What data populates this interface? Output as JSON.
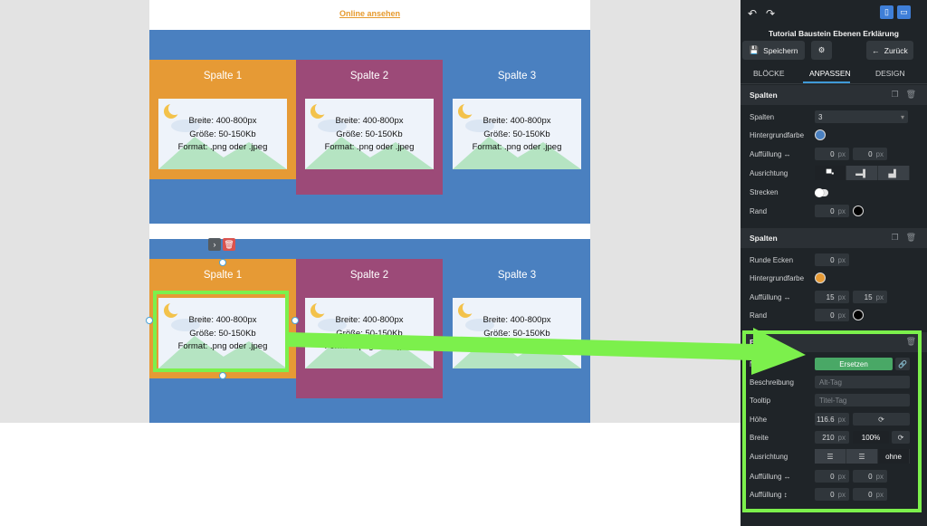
{
  "canvas": {
    "online_link": "Online ansehen",
    "blocks": [
      {
        "columns": [
          {
            "title": "Spalte 1",
            "color": "#e69a35",
            "lines": [
              "Breite: 400-800px",
              "Größe: 50-150Kb",
              "Format: .png oder .jpeg"
            ]
          },
          {
            "title": "Spalte 2",
            "color": "#9c4a78",
            "lines": [
              "Breite: 400-800px",
              "Größe: 50-150Kb",
              "Format: .png oder .jpeg"
            ]
          },
          {
            "title": "Spalte 3",
            "color": "#4a80c0",
            "lines": [
              "Breite: 400-800px",
              "Größe: 50-150Kb",
              "Format: .png oder .jpeg"
            ]
          }
        ]
      },
      {
        "columns": [
          {
            "title": "Spalte 1",
            "color": "#e69a35",
            "lines": [
              "Breite: 400-800px",
              "Größe: 50-150Kb",
              "Format: .png oder .jpeg"
            ]
          },
          {
            "title": "Spalte 2",
            "color": "#9c4a78",
            "lines": [
              "Breite: 400-800px",
              "Größe: 50-150Kb",
              "Format: .png oder .jpeg"
            ]
          },
          {
            "title": "Spalte 3",
            "color": "#4a80c0",
            "lines": [
              "Breite: 400-800px",
              "Größe: 50-150Kb",
              ""
            ]
          }
        ]
      }
    ],
    "toolbar_icons": [
      "chevron-right-icon",
      "trash-icon"
    ]
  },
  "panel": {
    "title": "Tutorial Baustein Ebenen Erklärung",
    "save_label": "Speichern",
    "back_label": "Zurück",
    "tabs": [
      "BLÖCKE",
      "ANPASSEN",
      "DESIGN"
    ],
    "active_tab": "ANPASSEN",
    "section1": {
      "title": "Spalten",
      "rows": {
        "spalten_label": "Spalten",
        "spalten_value": "3",
        "bg_label": "Hintergrundfarbe",
        "bg_color": "#4a80c0",
        "padding_label": "Auffüllung ↔",
        "padding_a": "0",
        "padding_b": "0",
        "align_label": "Ausrichtung",
        "stretch_label": "Strecken",
        "border_label": "Rand",
        "border_value": "0"
      }
    },
    "section2": {
      "title": "Spalten",
      "rows": {
        "radius_label": "Runde Ecken",
        "radius_value": "0",
        "bg_label": "Hintergrundfarbe",
        "bg_color": "#e69a35",
        "padding_label": "Auffüllung ↔",
        "padding_a": "15",
        "padding_b": "15",
        "border_label": "Rand",
        "border_value": "0"
      }
    },
    "section3": {
      "title": "Bild",
      "rows": {
        "media_label": "Medien",
        "replace_label": "Ersetzen",
        "desc_label": "Beschreibung",
        "desc_placeholder": "Alt-Tag",
        "tooltip_label": "Tooltip",
        "tooltip_placeholder": "Titel-Tag",
        "height_label": "Höhe",
        "height_value": "116.6",
        "width_label": "Breite",
        "width_value": "210",
        "width_percent": "100%",
        "align_label": "Ausrichtung",
        "align_none": "ohne",
        "padding_h_label": "Auffüllung ↔",
        "padding_h_a": "0",
        "padding_h_b": "0",
        "padding_v_label": "Auffüllung ↕",
        "padding_v_a": "0",
        "padding_v_b": "0"
      }
    },
    "unit": "px",
    "accent": "#3f9ad8",
    "highlight": "#7cf04c"
  }
}
